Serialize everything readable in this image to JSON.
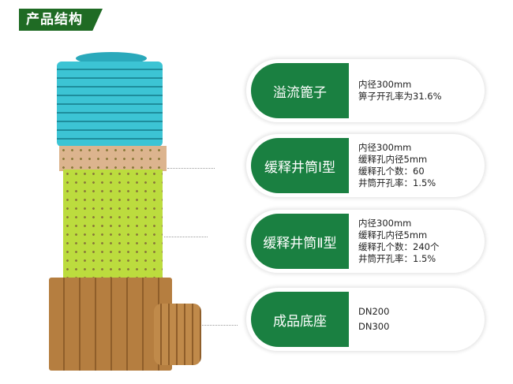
{
  "title": "产品结构",
  "cards": [
    {
      "label": "溢流篦子",
      "lines": [
        "内径300mm",
        "箅子开孔率为31.6%"
      ]
    },
    {
      "label": "缓释井筒Ⅰ型",
      "lines": [
        "内径300mm",
        "缓释孔内径5mm",
        "缓释孔个数：60",
        "井筒开孔率：1.5%"
      ]
    },
    {
      "label": "缓释井筒Ⅱ型",
      "lines": [
        "内径300mm",
        "缓释孔内径5mm",
        "缓释孔个数：240个",
        "井筒开孔率：1.5%"
      ]
    },
    {
      "label": "成品底座",
      "lines": [
        "DN200",
        "DN300"
      ]
    }
  ],
  "colors": {
    "green": "#1a8041",
    "title_bg": "#1f6b24",
    "cyan": "#34b9c9",
    "tan": "#d9b08a",
    "lime": "#b6d93a",
    "brown": "#b07a3e"
  }
}
